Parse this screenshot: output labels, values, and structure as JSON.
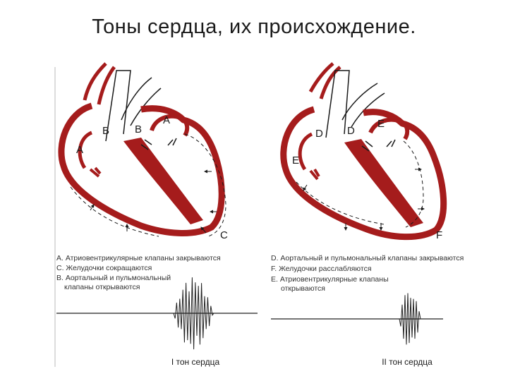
{
  "title": "Тоны сердца, их происхождение.",
  "colors": {
    "muscle": "#a51c1c",
    "line": "#1a1a1a",
    "sound": "#222222"
  },
  "left": {
    "labels": {
      "a1": "A",
      "a2": "A",
      "b1": "B",
      "b2": "B",
      "c": "C"
    },
    "legend": [
      {
        "key": "A.",
        "text": "Атриовентрикулярные клапаны закрываются"
      },
      {
        "key": "C.",
        "text": "Желудочки сокращаются"
      },
      {
        "key": "B.",
        "text": "Аортальный и пульмональный"
      },
      {
        "key": "",
        "text": "клапаны открываются"
      }
    ],
    "caption": "I тон сердца"
  },
  "right": {
    "labels": {
      "d1": "D",
      "d2": "D",
      "e1": "E",
      "e2": "E",
      "f": "F"
    },
    "legend": [
      {
        "key": "D.",
        "text": "Аортальный и пульмональный клапаны закрываются"
      },
      {
        "key": "F.",
        "text": "Желудочки расслабляются"
      },
      {
        "key": "E.",
        "text": "Атриовентрикулярные клапаны"
      },
      {
        "key": "",
        "text": "открываются"
      }
    ],
    "caption": "II тон сердца"
  }
}
